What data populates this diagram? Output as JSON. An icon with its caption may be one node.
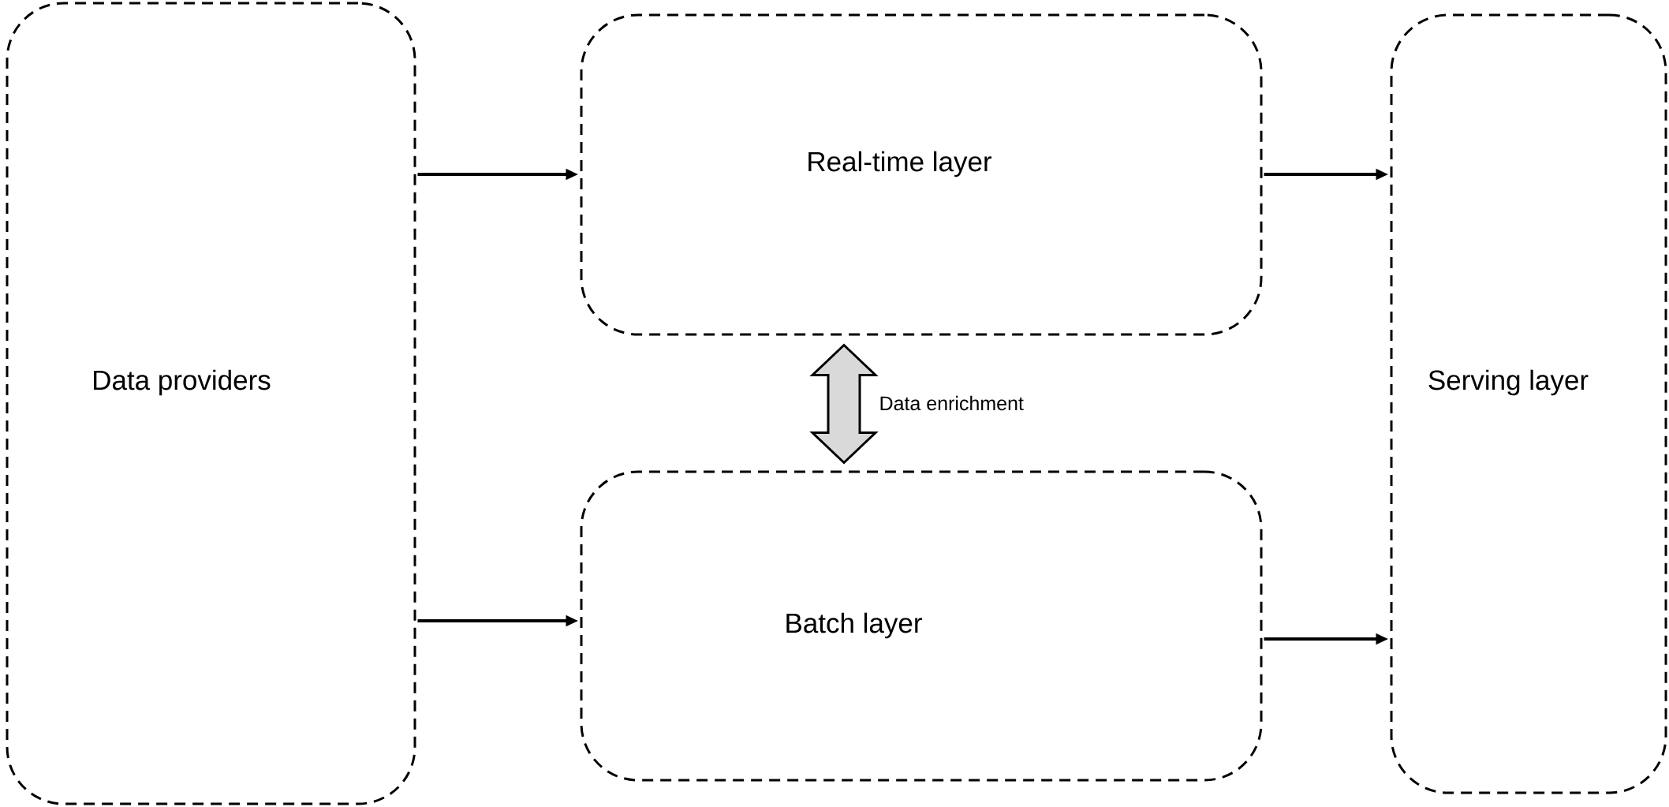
{
  "diagram": {
    "nodes": [
      {
        "text": [
          "Data providers"
        ]
      },
      {
        "text": [
          "Real-time layer"
        ]
      },
      {
        "text": [
          "Batch layer"
        ]
      },
      {
        "text": [
          "Serving layer"
        ]
      }
    ],
    "edges": [
      {
        "from": 0,
        "to": 1,
        "arrow": "to"
      },
      {
        "from": 0,
        "to": 2,
        "arrow": "to"
      },
      {
        "from": 1,
        "to": 3,
        "arrow": "to"
      },
      {
        "from": 2,
        "to": 3,
        "arrow": "to"
      },
      {
        "from": 1,
        "to": 2,
        "arrow": "both",
        "label": "Data enrichment",
        "style": "thick"
      }
    ]
  }
}
